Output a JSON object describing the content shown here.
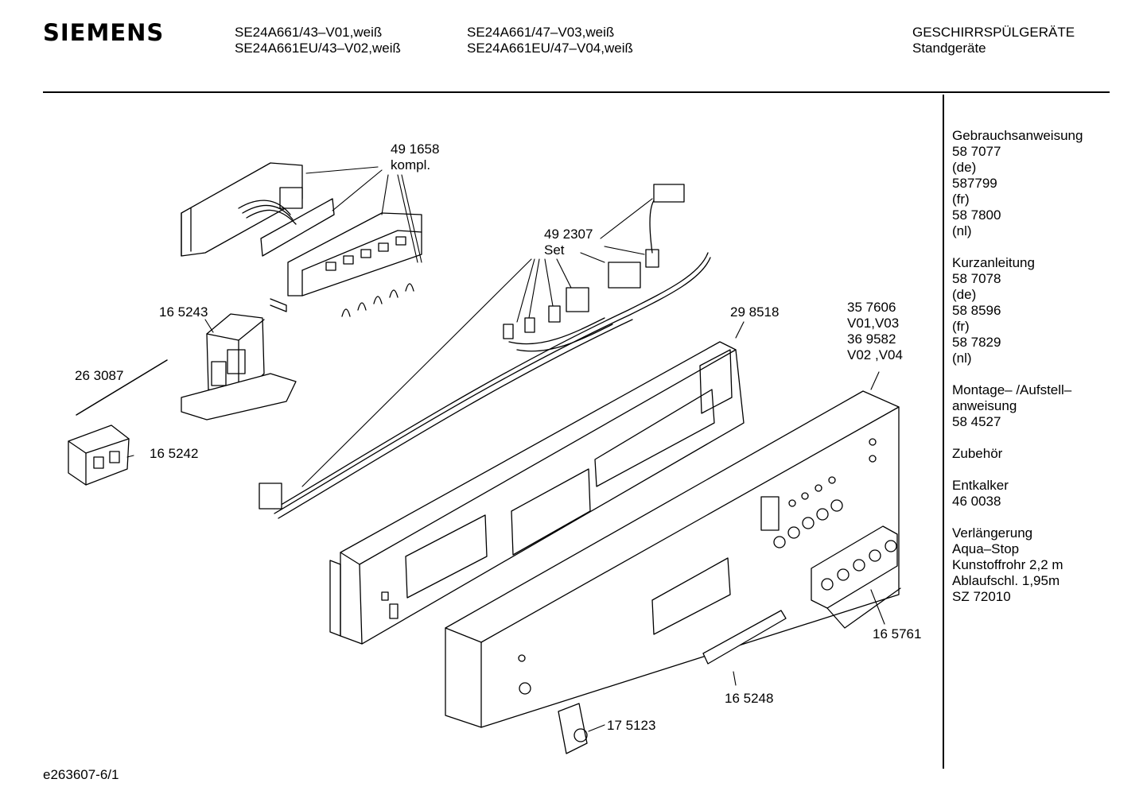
{
  "header": {
    "brand": "SIEMENS",
    "models_col1": [
      "SE24A661/43–V01,weiß",
      "SE24A661EU/43–V02,weiß"
    ],
    "models_col2": [
      "SE24A661/47–V03,weiß",
      "SE24A661EU/47–V04,weiß"
    ],
    "category": [
      "GESCHIRRSPÜLGERÄTE",
      "Standgeräte"
    ]
  },
  "sidebar": {
    "groups": [
      [
        "Gebrauchsanweisung",
        "58 7077",
        "(de)",
        "587799",
        "(fr)",
        "58 7800",
        "(nl)"
      ],
      [
        "Kurzanleitung",
        "58 7078",
        "(de)",
        "58 8596",
        "(fr)",
        "58 7829",
        "(nl)"
      ],
      [
        "Montage– /Aufstell–",
        "anweisung",
        "58 4527"
      ],
      [
        "Zubehör"
      ],
      [
        "Entkalker",
        "46 0038"
      ],
      [
        "Verlängerung",
        "Aqua–Stop",
        "Kunstoffrohr 2,2 m",
        "Ablaufschl. 1,95m",
        "SZ 72010"
      ]
    ]
  },
  "parts": {
    "p491658": [
      "49 1658",
      "kompl."
    ],
    "p492307": [
      "49 2307",
      "Set"
    ],
    "p165243": "16 5243",
    "p263087": "26 3087",
    "p165242": "16 5242",
    "p298518": "29 8518",
    "p357606": [
      "35 7606",
      "V01,V03",
      "36 9582",
      "V02 ,V04"
    ],
    "p165761": "16 5761",
    "p165248": "16 5248",
    "p175123": "17 5123"
  },
  "footer": {
    "drawing_id": "e263607-6/1"
  }
}
